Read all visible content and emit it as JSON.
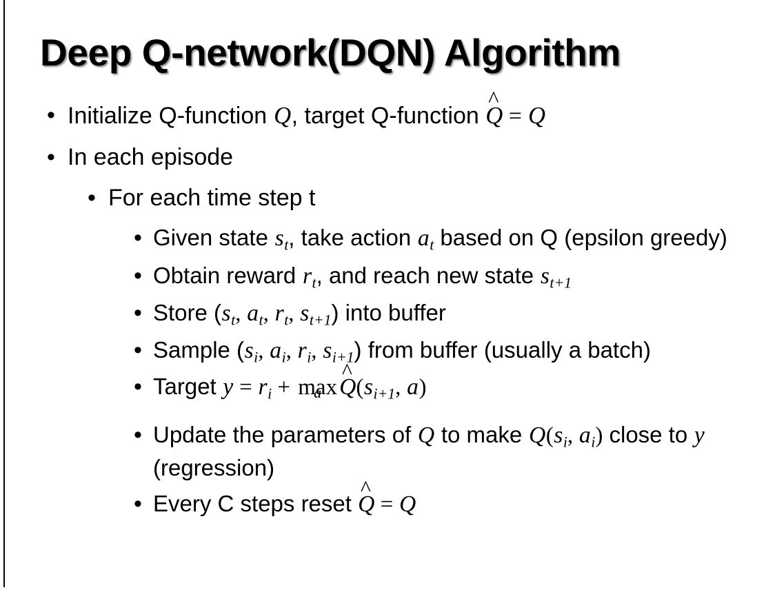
{
  "slide": {
    "title": "Deep Q-network(DQN) Algorithm",
    "background_color": "#ffffff",
    "text_color": "#000000",
    "rule_color": "#000000"
  },
  "bullets": {
    "l1_init": {
      "prefix": "Initialize Q-function ",
      "q1": "Q",
      "mid": ", target Q-function ",
      "qhat": "Q",
      "hat": "^",
      "eq": " = ",
      "q2": "Q"
    },
    "l1_episode": "In each episode",
    "l2_timestep": "For each time step t",
    "l3_given": {
      "p1": "Given state ",
      "s": "s",
      "s_sub": "t",
      "p2": ", take action ",
      "a": "a",
      "a_sub": "t",
      "p3": " based on Q (epsilon greedy)"
    },
    "l3_obtain": {
      "p1": "Obtain reward ",
      "r": "r",
      "r_sub": "t",
      "p2": ", and reach new state ",
      "s": "s",
      "s_sub": "t+1"
    },
    "l3_store": {
      "p1": "Store (",
      "s1": "s",
      "s1_sub": "t",
      "c1": ", ",
      "a1": "a",
      "a1_sub": "t",
      "c2": ", ",
      "r1": "r",
      "r1_sub": "t",
      "c3": ", ",
      "s2": "s",
      "s2_sub": "t+1",
      "p2": ") into buffer"
    },
    "l3_sample": {
      "p1": "Sample (",
      "s1": "s",
      "s1_sub": "i",
      "c1": ", ",
      "a1": "a",
      "a1_sub": "i",
      "c2": ", ",
      "r1": "r",
      "r1_sub": "i",
      "c3": ", ",
      "s2": "s",
      "s2_sub": "i+1",
      "p2": ") from buffer (usually a batch)"
    },
    "l3_target": {
      "p1": "Target ",
      "y": "y",
      "eq": " = ",
      "r": "r",
      "r_sub": "i",
      "plus": " + ",
      "max": "max",
      "max_lim": "a",
      "qhat": "Q",
      "hat": "^",
      "open": "(",
      "s": "s",
      "s_sub": "i+1",
      "comma": ", ",
      "a": "a",
      "close": ")"
    },
    "l3_update": {
      "p1": "Update the parameters of ",
      "q1": "Q",
      "p2": " to make ",
      "q2": "Q",
      "open": "(",
      "s": "s",
      "s_sub": "i",
      "comma": ", ",
      "a": "a",
      "a_sub": "i",
      "close": ")",
      "p3": " close to ",
      "y": "y",
      "p4": " (regression)"
    },
    "l3_reset": {
      "p1": "Every C steps reset ",
      "qhat": "Q",
      "hat": "^",
      "eq": " = ",
      "q": "Q"
    }
  }
}
